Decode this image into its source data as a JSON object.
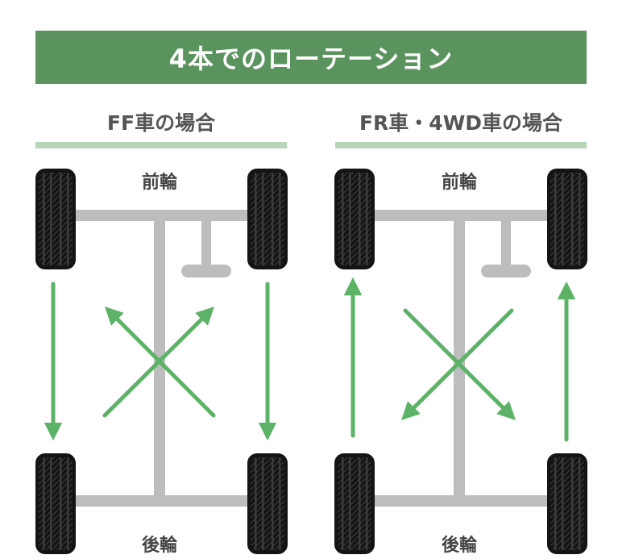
{
  "title": "4本でのローテーション",
  "panels": [
    {
      "heading": "FF車の場合",
      "front_label": "前輪",
      "rear_label": "後輪",
      "rotation": "front wheels move straight to rear, rear wheels cross to front"
    },
    {
      "heading": "FR車・4WD車の場合",
      "front_label": "前輪",
      "rear_label": "後輪",
      "rotation": "rear wheels move straight to front, front wheels cross to rear"
    }
  ],
  "colors": {
    "banner": "#5a935e",
    "arrow": "#5cb266",
    "chassis": "#bdbdbd",
    "underline": "#b7d5b8",
    "tire": "#1a1a1a"
  }
}
